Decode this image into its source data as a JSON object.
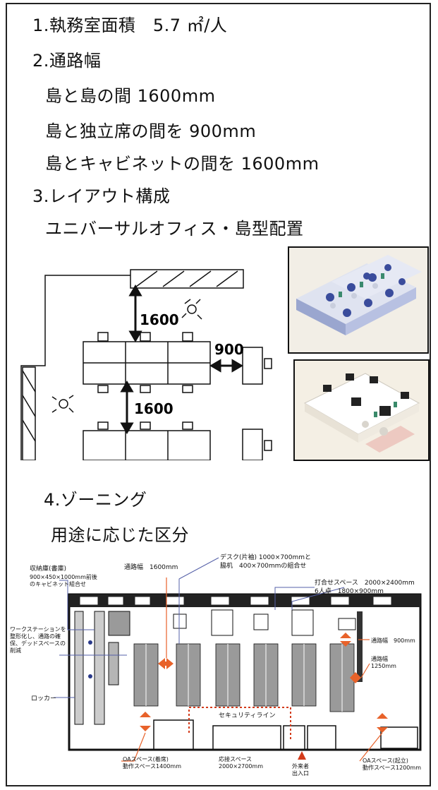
{
  "sections": {
    "area": "1.執務室面積　5.7 ㎡/人",
    "aisle_title": "2.通路幅",
    "aisle_1": "島と島の間 1600mm",
    "aisle_2": "島と独立席の間を 900mm",
    "aisle_3": "島とキャビネットの間を 1600mm",
    "layout_title": "3.レイアウト構成",
    "layout_sub": "ユニバーサルオフィス・島型配置",
    "zoning_title": "4.ゾーニング",
    "zoning_sub": "用途に応じた区分"
  },
  "layout_diagram": {
    "dim_top": "1600",
    "dim_side": "900",
    "dim_bottom": "1600"
  },
  "floor_plan": {
    "labels": {
      "storage_title": "収納庫(書庫)",
      "storage_desc_1": "900×450×1000mm前後",
      "storage_desc_2": "のキャビネット組合せ",
      "aisle_1600": "通路幅　1600mm",
      "desk_1": "デスク(片袖) 1000×700mmと",
      "desk_2": "脇机　400×700mmの組合せ",
      "meet_1": "打合せスペース　2000×2400mm",
      "meet_2": "6人卓　1800×900mm",
      "ws_1": "ワークステーションを",
      "ws_2": "整形化し、通路の確",
      "ws_3": "保、デッドスペースの",
      "ws_4": "削減",
      "aisle_900": "通路幅　900mm",
      "aisle_1250_1": "通路幅",
      "aisle_1250_2": "1250mm",
      "locker": "ロッカー",
      "security": "セキュリティライン",
      "oa_seated_1": "OAスペース(着席)",
      "oa_seated_2": "動作スペース1400mm",
      "reception_1": "応接スペース",
      "reception_2": "2000×2700mm",
      "visitor_1": "外来者",
      "visitor_2": "出入口",
      "oa_standing_1": "OAスペース(起立)",
      "oa_standing_2": "動作スペース1200mm"
    }
  },
  "colors": {
    "accent_orange": "#e8622a",
    "security_red": "#d33a1a",
    "leader_blue": "#5560a8",
    "desk_gray": "#9a9a9a"
  }
}
